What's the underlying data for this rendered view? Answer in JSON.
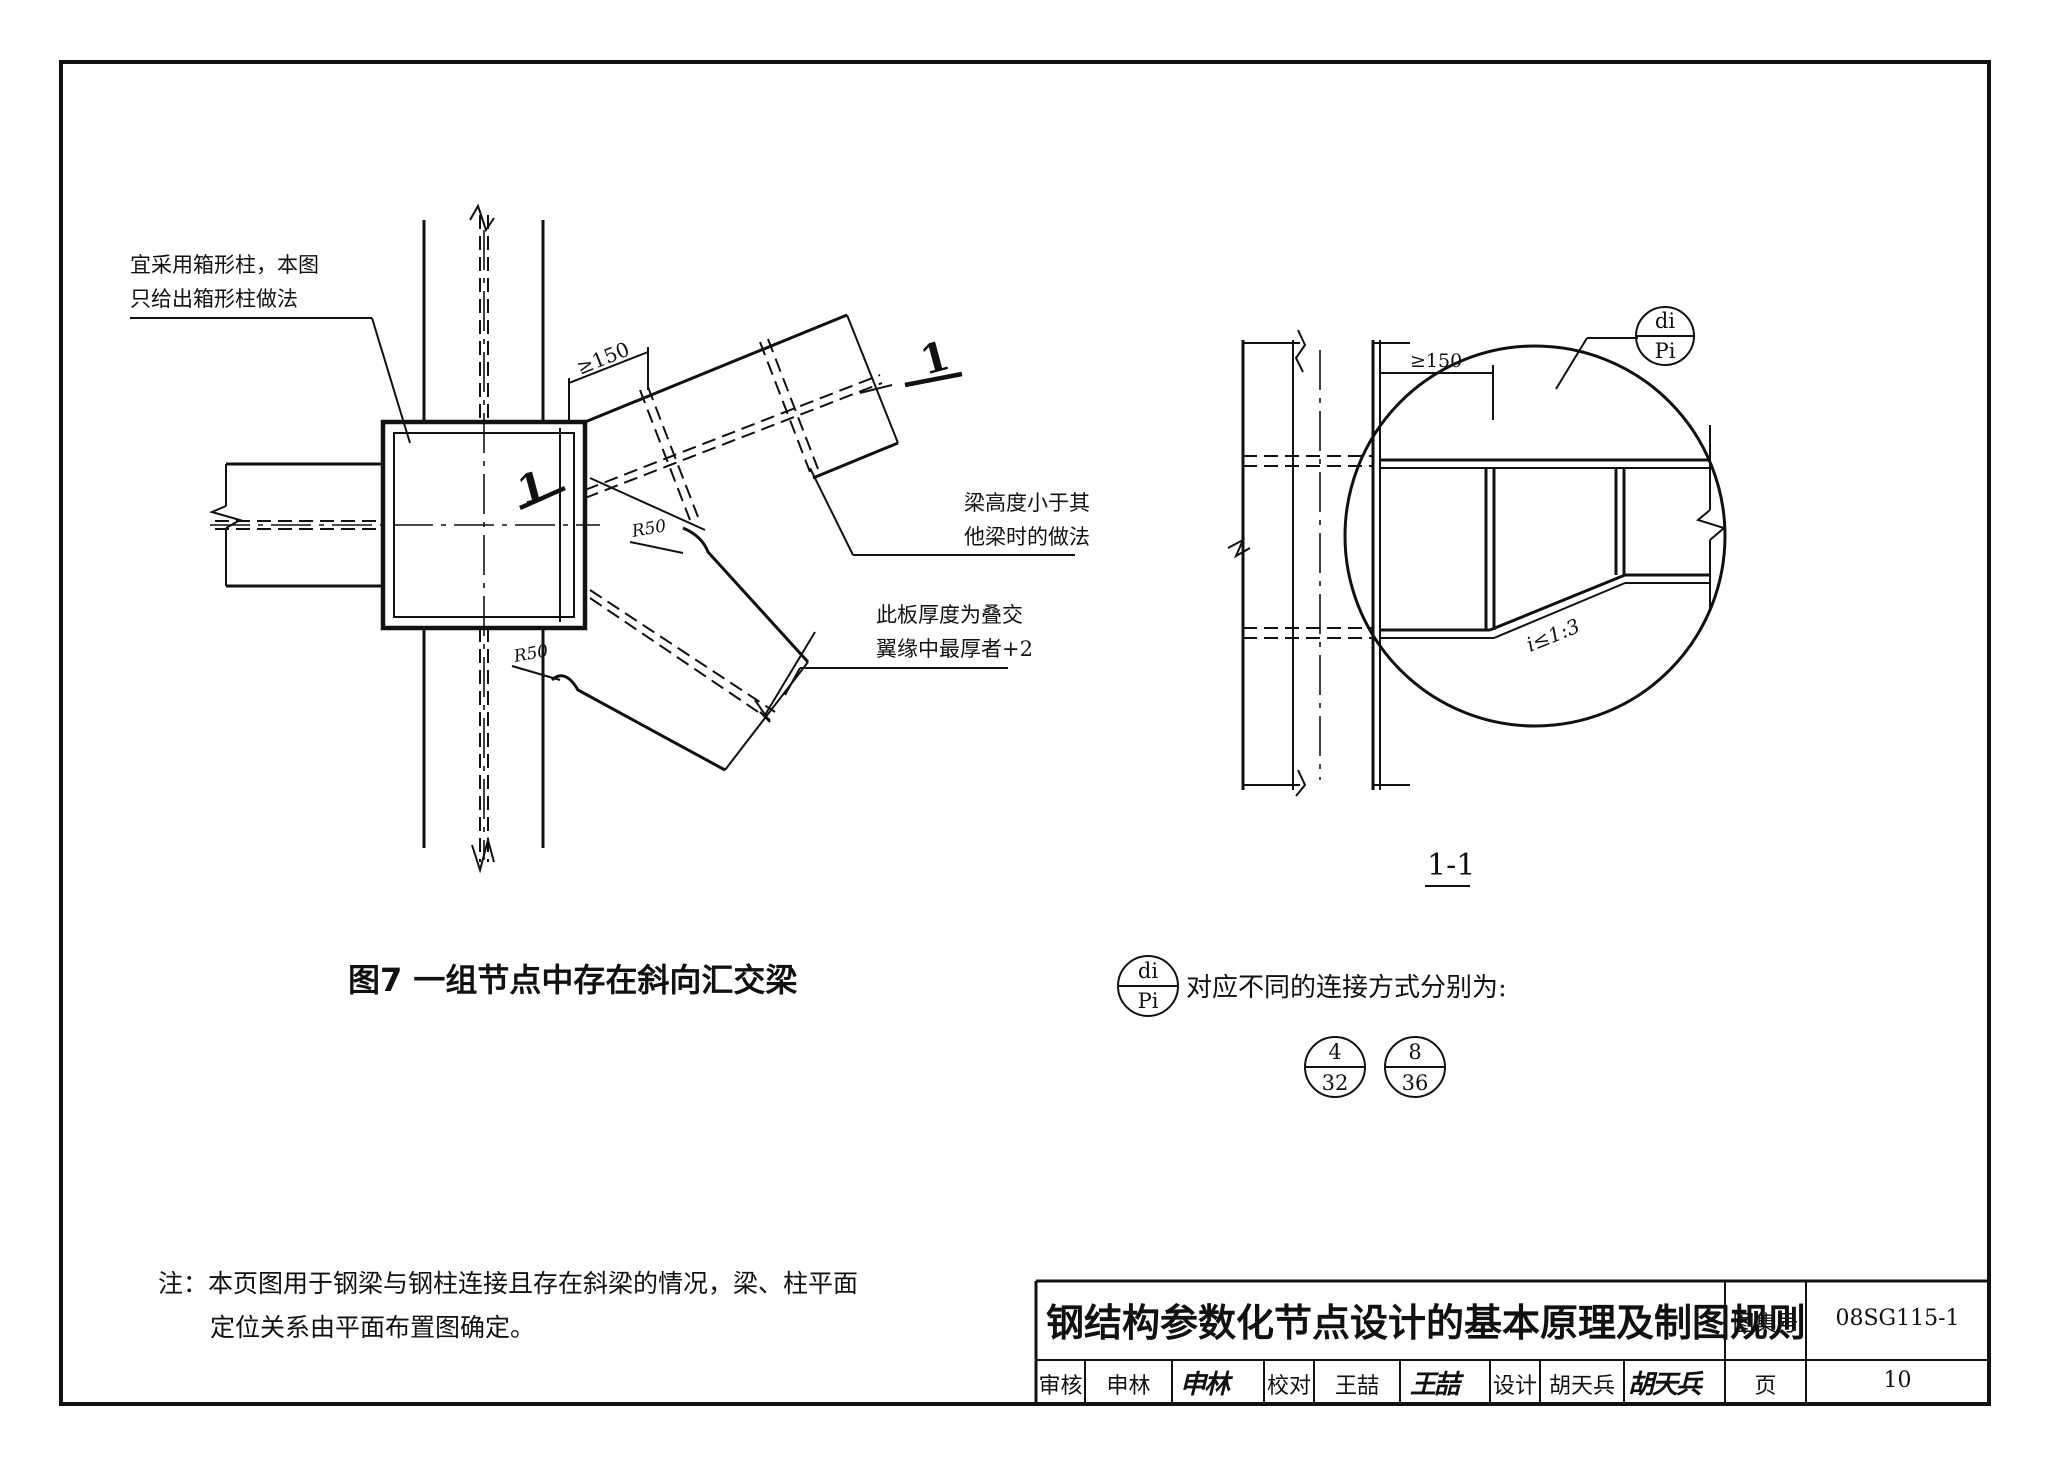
{
  "labels": {
    "column_note_1": "宜采用箱形柱，本图",
    "column_note_2": "只给出箱形柱做法",
    "gap_150_left": "≥150",
    "section_mark_1": "1",
    "section_mark_2": "1",
    "beam_height_note_1": "梁高度小于其",
    "beam_height_note_2": "他梁时的做法",
    "plate_note_1": "此板厚度为叠交",
    "plate_note_2": "翼缘中最厚者+2",
    "radius_1": "R50",
    "radius_2": "R50",
    "gap_150_right": "≥150",
    "slope": "i≤1:3",
    "detail_top": "di",
    "detail_bottom": "Pi",
    "section_title": "1-1"
  },
  "figure_caption": "图7  一组节点中存在斜向汇交梁",
  "legend": {
    "symbol_top": "di",
    "symbol_bottom": "Pi",
    "text": "对应不同的连接方式分别为:",
    "options": [
      {
        "top": "4",
        "bottom": "32"
      },
      {
        "top": "8",
        "bottom": "36"
      }
    ]
  },
  "note": {
    "line1": "注：本页图用于钢梁与钢柱连接且存在斜梁的情况，梁、柱平面",
    "line2": "定位关系由平面布置图确定。"
  },
  "title_block": {
    "title": "钢结构参数化节点设计的基本原理及制图规则",
    "atlas_label": "图集号",
    "atlas_no": "08SG115-1",
    "review_label": "审核",
    "reviewer": "申林",
    "reviewer_sig": "申林",
    "check_label": "校对",
    "checker": "王喆",
    "checker_sig": "王喆",
    "design_label": "设计",
    "designer": "胡天兵",
    "designer_sig": "胡天兵",
    "page_label": "页",
    "page_no": "10"
  }
}
